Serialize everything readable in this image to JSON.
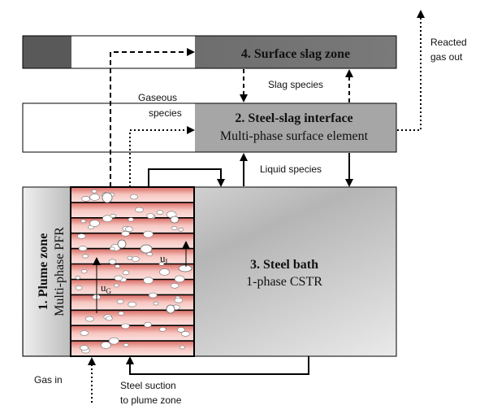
{
  "zones": {
    "surface_slag": {
      "title": "4. Surface slag zone"
    },
    "interface": {
      "title": "2. Steel-slag interface",
      "subtitle": "Multi-phase surface element"
    },
    "steel_bath": {
      "title": "3. Steel bath",
      "subtitle": "1-phase CSTR"
    },
    "plume": {
      "title": "1. Plume zone",
      "subtitle": "Multi-phase PFR"
    }
  },
  "velocity_labels": {
    "liquid": "u",
    "liquid_sub": "L",
    "gas": "u",
    "gas_sub": "G"
  },
  "flow_labels": {
    "slag_species": "Slag species",
    "liquid_species": "Liquid species",
    "gaseous_species_line1": "Gaseous",
    "gaseous_species_line2": "species",
    "reacted_gas_line1": "Reacted",
    "reacted_gas_line2": "gas out",
    "gas_in": "Gas in",
    "steel_suction_line1": "Steel suction",
    "steel_suction_line2": "to plume zone"
  },
  "colors": {
    "slag_dark": "#595959",
    "slag_mid": "#7f7f7f",
    "interface": "#a6a6a6",
    "bath_light": "#e6e6e6",
    "bath_dark": "#a8a8a8",
    "plume_pink": "#f4b6b0",
    "plume_red": "#d9625a",
    "line": "#000000"
  }
}
